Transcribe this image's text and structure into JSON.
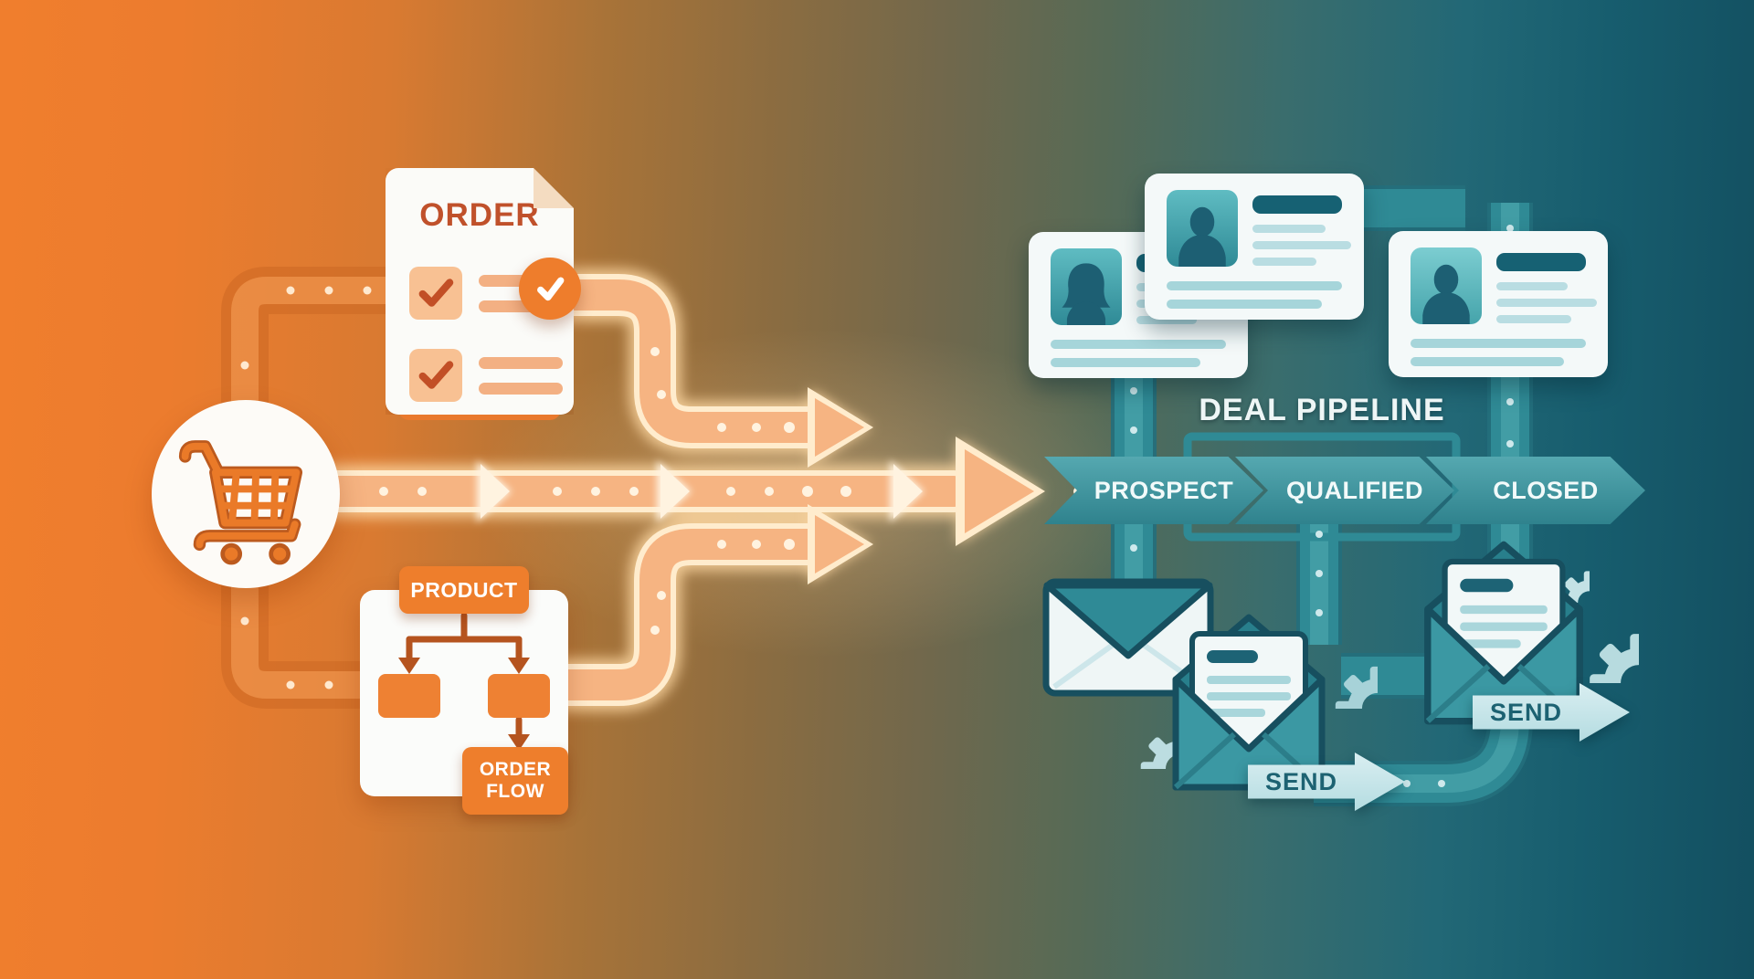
{
  "left_panel": {
    "cart_icon": "shopping-cart",
    "order_document": {
      "title": "ORDER",
      "checklist_rows": 2
    },
    "product_flowchart": {
      "top_label": "PRODUCT",
      "bottom_label": "ORDER FLOW"
    }
  },
  "right_panel": {
    "pipeline": {
      "title": "DEAL PIPELINE",
      "stages": [
        {
          "label": "PROSPECT"
        },
        {
          "label": "QUALIFIED"
        },
        {
          "label": "CLOSED"
        }
      ]
    },
    "send_buttons": [
      {
        "label": "SEND"
      },
      {
        "label": "SEND"
      }
    ]
  },
  "colors": {
    "bg_left_orange": "#f07e2d",
    "bg_right_teal": "#134f60",
    "orange_accent": "#ee7d2c",
    "orange_deep_text": "#c0512b",
    "arrow_fill": "#f6b482",
    "arrow_outline": "#ffeccd",
    "teal_road": "#2f8a95",
    "teal_dark_outline": "#1b5b6b",
    "teal_chevron": "#3e98a2",
    "teal_light_fill": "#c5e3e7",
    "card_bg": "#f4f9f9",
    "pipeline_title_text": "#eef6f6"
  }
}
